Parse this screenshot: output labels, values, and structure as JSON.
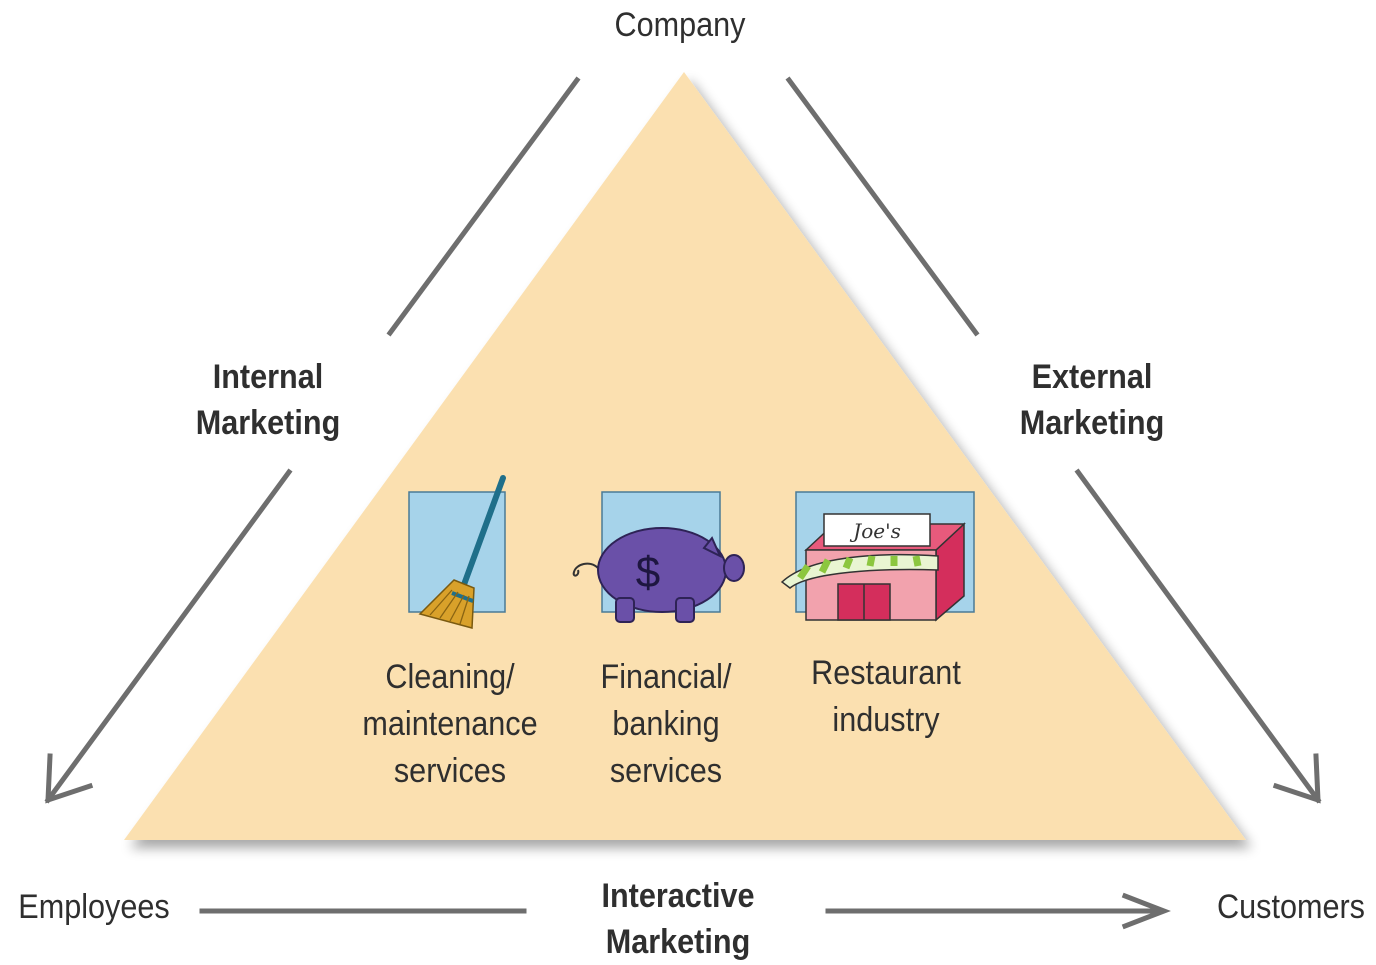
{
  "nodes": {
    "company": "Company",
    "employees": "Employees",
    "customers": "Customers"
  },
  "edges": {
    "internal": [
      "Internal",
      "Marketing"
    ],
    "external": [
      "External",
      "Marketing"
    ],
    "interactive": [
      "Interactive",
      "Marketing"
    ]
  },
  "examples": [
    {
      "icon": "broom-icon",
      "lines": [
        "Cleaning/",
        "maintenance",
        "services"
      ]
    },
    {
      "icon": "piggy-bank-icon",
      "lines": [
        "Financial/",
        "banking",
        "services"
      ],
      "symbol": "$"
    },
    {
      "icon": "restaurant-storefront-icon",
      "lines": [
        "Restaurant",
        "industry"
      ],
      "sign": "Joe's"
    }
  ],
  "colors": {
    "triangle_fill": "#fbe0b0",
    "arrow": "#6e6e6e",
    "icon_bg": "#a6d3ea",
    "piggy": "#6a50a8",
    "store_pink": "#f2a2ad",
    "store_red": "#d42e5c",
    "awning_green": "#8cc63f"
  }
}
